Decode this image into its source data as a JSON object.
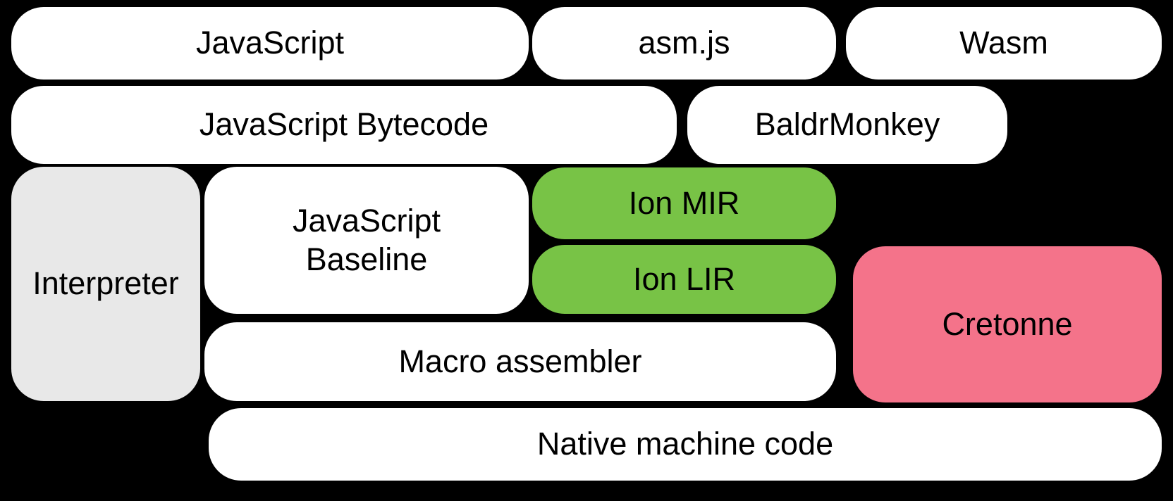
{
  "colors": {
    "background": "#000000",
    "box_white": "#ffffff",
    "box_gray": "#e8e8e8",
    "box_green": "#78c346",
    "box_pink": "#f4738a",
    "text": "#000000"
  },
  "nodes": {
    "javascript": {
      "label": "JavaScript"
    },
    "asmjs": {
      "label": "asm.js"
    },
    "wasm": {
      "label": "Wasm"
    },
    "bytecode": {
      "label": "JavaScript Bytecode"
    },
    "baldrmonkey": {
      "label": "BaldrMonkey"
    },
    "interpreter": {
      "label": "Interpreter"
    },
    "baseline": {
      "label": "JavaScript Baseline"
    },
    "ion_mir": {
      "label": "Ion MIR"
    },
    "ion_lir": {
      "label": "Ion LIR"
    },
    "cretonne": {
      "label": "Cretonne"
    },
    "macro_assembler": {
      "label": "Macro assembler"
    },
    "native": {
      "label": "Native machine code"
    }
  }
}
